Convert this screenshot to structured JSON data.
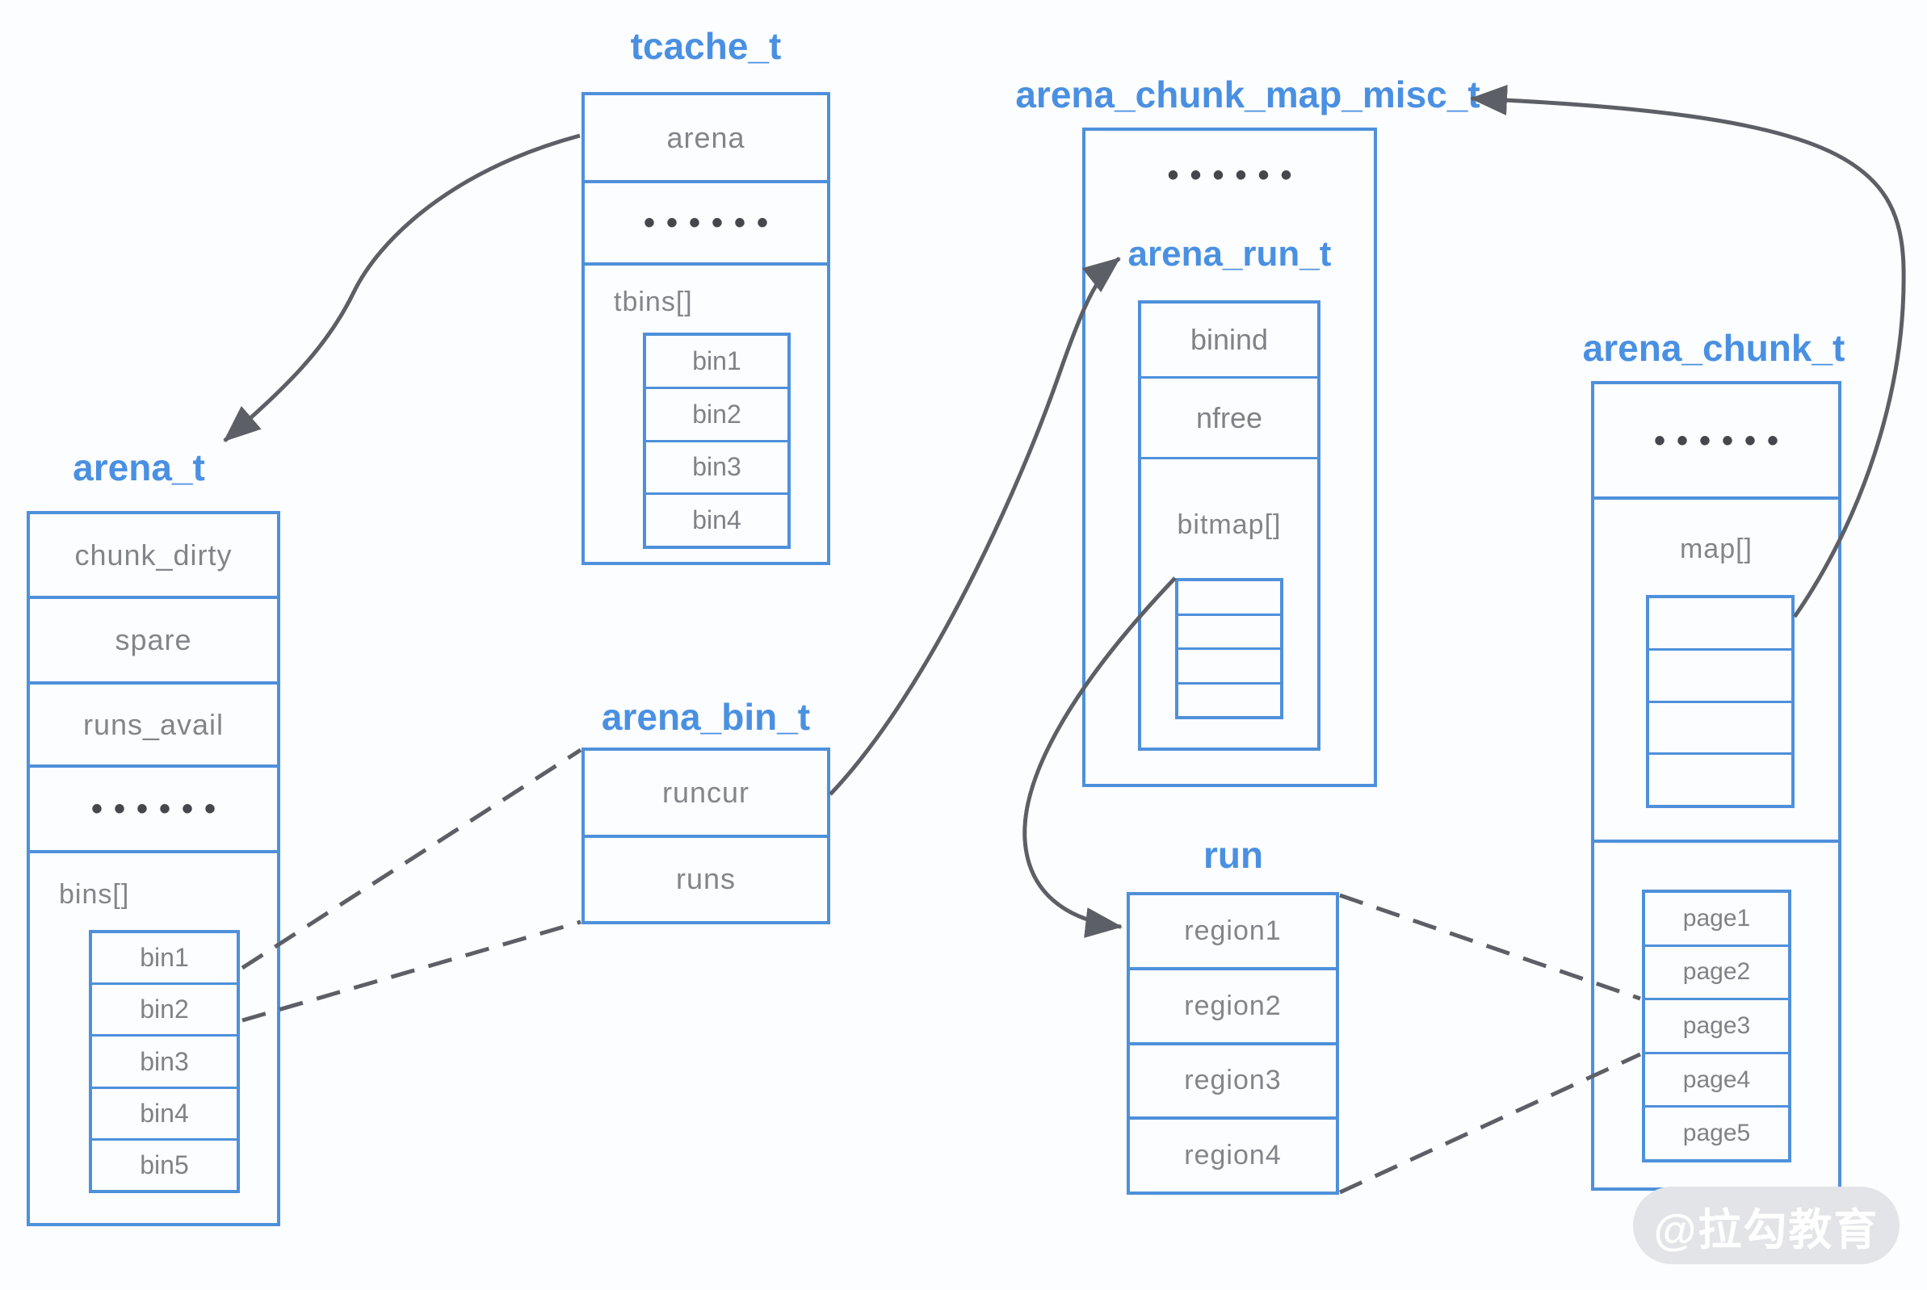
{
  "palette": {
    "box_border_blue": "#4e90db",
    "title_blue": "#4a90e2",
    "label_gray": "#82858a",
    "dots_gray": "#45474c",
    "connector_gray": "#5d5f66",
    "watermark_bg": "#e3e4e7",
    "watermark_text": "#ffffff"
  },
  "dots": "••••••",
  "watermark": "@拉勾教育",
  "structs": {
    "tcache": {
      "title": "tcache_t",
      "fields": [
        "arena"
      ],
      "array_label": "tbins[]",
      "bins": [
        "bin1",
        "bin2",
        "bin3",
        "bin4"
      ]
    },
    "arena": {
      "title": "arena_t",
      "fields": [
        "chunk_dirty",
        "spare",
        "runs_avail"
      ],
      "array_label": "bins[]",
      "bins": [
        "bin1",
        "bin2",
        "bin3",
        "bin4",
        "bin5"
      ]
    },
    "arena_bin": {
      "title": "arena_bin_t",
      "fields": [
        "runcur",
        "runs"
      ]
    },
    "chunk_map_misc": {
      "title": "arena_chunk_map_misc_t",
      "run_title": "arena_run_t",
      "fields": [
        "binind",
        "nfree"
      ],
      "array_label": "bitmap[]",
      "bitmap_slots": 4
    },
    "run": {
      "title": "run",
      "regions": [
        "region1",
        "region2",
        "region3",
        "region4"
      ]
    },
    "chunk": {
      "title": "arena_chunk_t",
      "array_label": "map[]",
      "map_slots": 4,
      "pages": [
        "page1",
        "page2",
        "page3",
        "page4",
        "page5"
      ]
    }
  }
}
